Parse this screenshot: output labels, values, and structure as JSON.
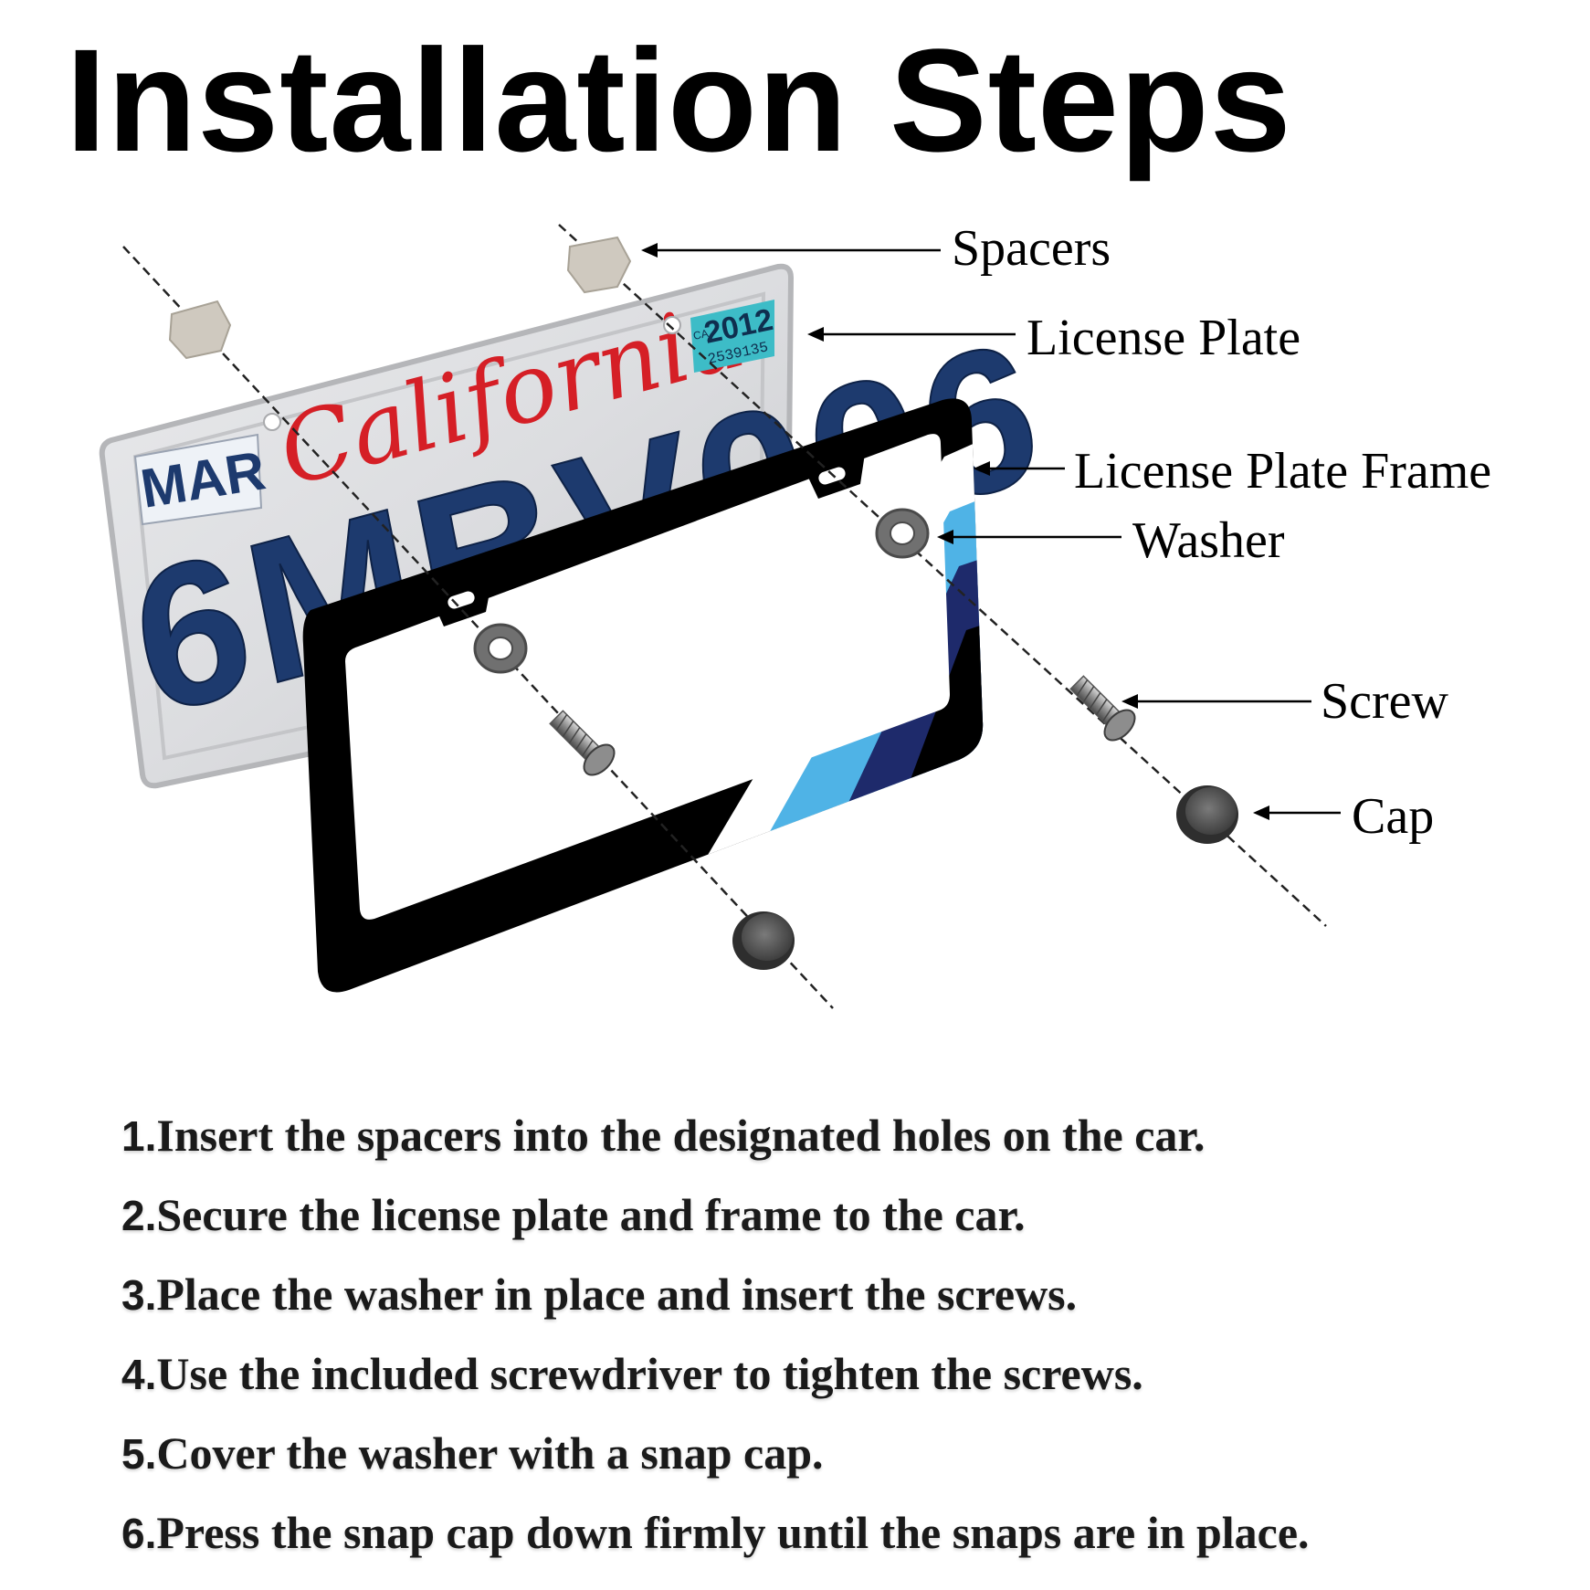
{
  "title": "Installation Steps",
  "plate": {
    "month": "MAR",
    "state": "California",
    "plate_number": "6MBV006",
    "sticker_year": "2012",
    "sticker_serial": "2539135",
    "sticker_state": "CA"
  },
  "labels": {
    "spacers": "Spacers",
    "license_plate": "License Plate",
    "license_plate_frame": "License Plate Frame",
    "washer": "Washer",
    "screw": "Screw",
    "cap": "Cap"
  },
  "steps": [
    {
      "num": "1.",
      "text": "Insert the spacers into the designated holes on the car."
    },
    {
      "num": "2.",
      "text": "Secure the license plate and frame to the car."
    },
    {
      "num": "3.",
      "text": "Place the washer in place and insert the screws."
    },
    {
      "num": "4.",
      "text": "Use the included screwdriver to tighten the screws."
    },
    {
      "num": "5.",
      "text": "Cover the washer with a snap cap."
    },
    {
      "num": "6.",
      "text": "Press the snap cap down firmly until the snaps are in place."
    }
  ],
  "colors": {
    "plate_red": "#d51f26",
    "plate_blue": "#1d3a6e",
    "sticker_teal": "#3dbcc7",
    "stripe_light_blue": "#4fb3e6",
    "stripe_navy": "#1e2a6b",
    "frame_black": "#000000"
  }
}
